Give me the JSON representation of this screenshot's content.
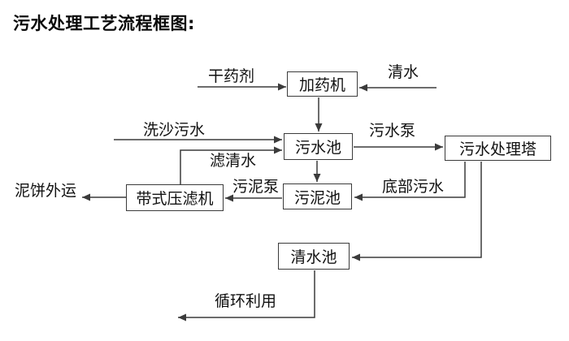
{
  "page": {
    "title": "污水处理工艺流程框图:"
  },
  "flowchart": {
    "nodes": {
      "dosing_machine": "加药机",
      "sewage_pool": "污水池",
      "treatment_tower": "污水处理塔",
      "sludge_pool": "污泥池",
      "belt_filter_press": "带式压滤机",
      "clean_water_pool": "清水池"
    },
    "flow_labels": {
      "dry_chemical": "干药剂",
      "clean_water": "清水",
      "sand_washing_sewage": "洗沙污水",
      "sewage_pump": "污水泵",
      "filtered_water": "滤清水",
      "sludge_pump": "污泥泵",
      "bottom_sewage": "底部污水",
      "mud_cake_outbound": "泥饼外运",
      "recycling": "循环利用"
    },
    "colors": {
      "line": "#3b3b3b",
      "text": "#000000",
      "background": "#ffffff"
    }
  }
}
